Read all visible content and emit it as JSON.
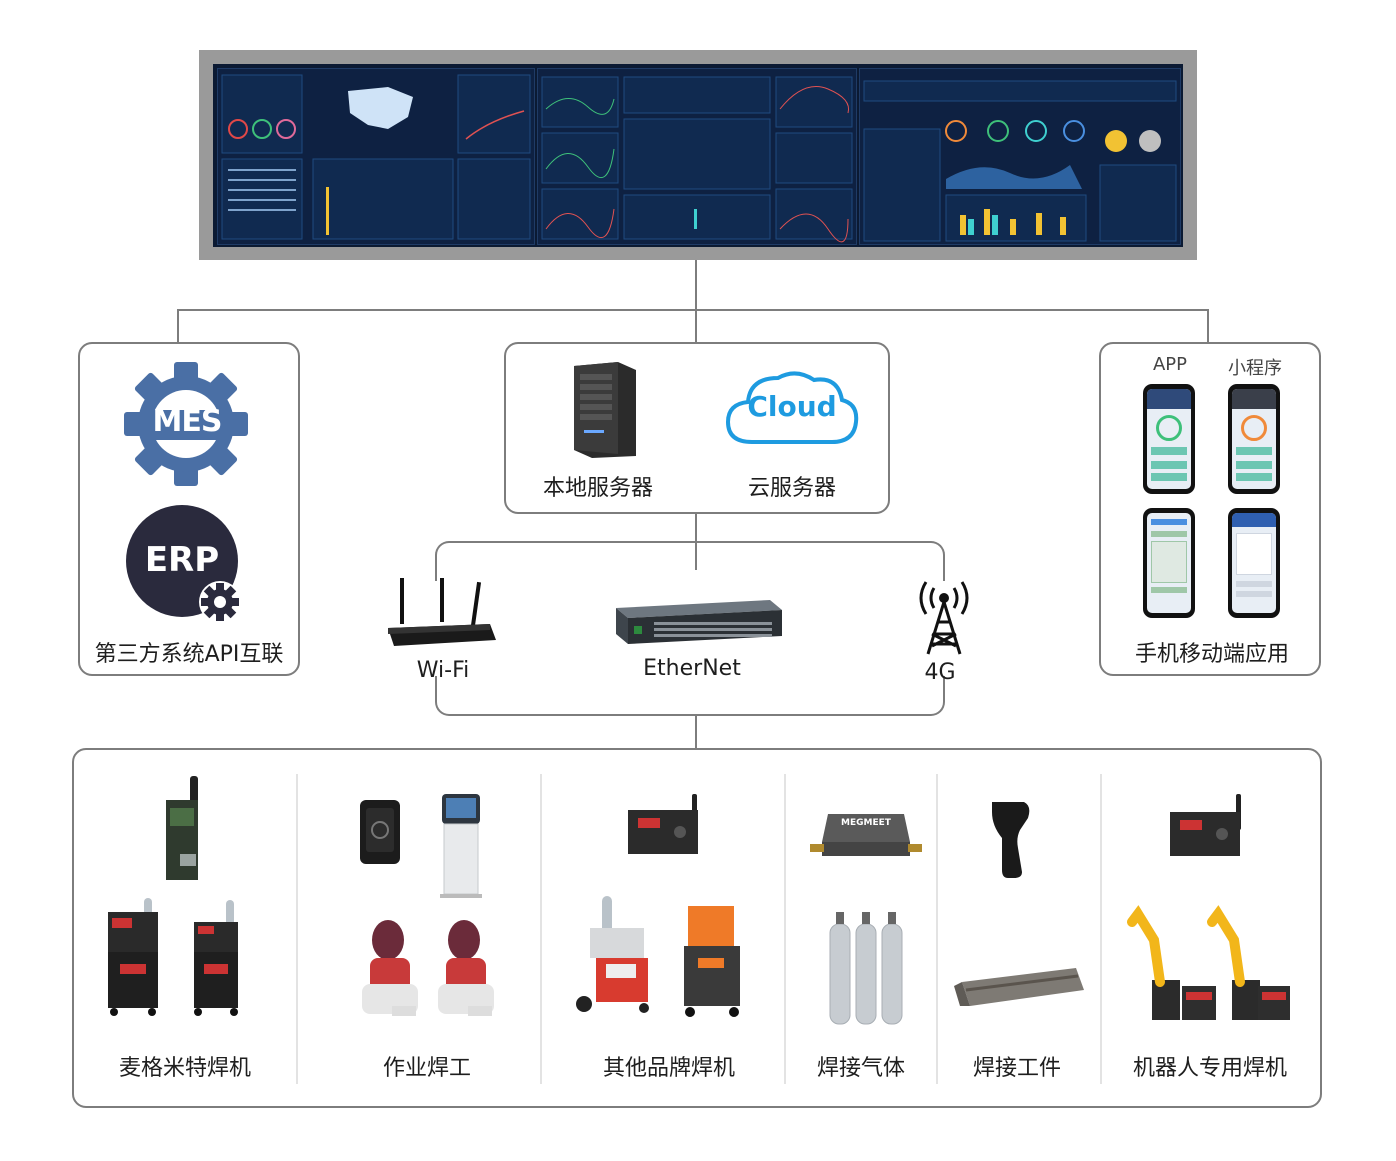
{
  "top_screen": {},
  "left_box": {
    "mes_logo_text": "MES",
    "erp_logo_text": "ERP",
    "label": "第三方系统API互联"
  },
  "center_box": {
    "local_server_label": "本地服务器",
    "cloud_logo_text": "Cloud",
    "cloud_server_label": "云服务器"
  },
  "right_box": {
    "app_label": "APP",
    "miniprogram_label": "小程序",
    "label": "手机移动端应用"
  },
  "network": {
    "wifi_label": "Wi-Fi",
    "ethernet_label": "EtherNet",
    "cellular_label": "4G"
  },
  "bottom_box": {
    "items": [
      {
        "label": "麦格米特焊机"
      },
      {
        "label": "作业焊工"
      },
      {
        "label": "其他品牌焊机"
      },
      {
        "label": "焊接气体"
      },
      {
        "label": "焊接工件"
      },
      {
        "label": "机器人专用焊机"
      }
    ],
    "gas_sensor_brand": "MEGMEET"
  },
  "colors": {
    "line": "#7d7d7d",
    "mes_gear": "#4a6fa5",
    "erp_circle": "#2a2a3d",
    "cloud_blue": "#1e9be0",
    "dashboard_bg": "#0b1a33"
  }
}
